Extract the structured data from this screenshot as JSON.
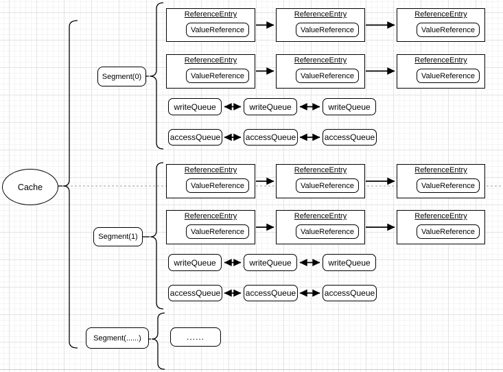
{
  "colors": {
    "shape_border": "#000000",
    "shape_fill": "#ffffff",
    "text": "#000000",
    "dashed_line": "#9b9b9b",
    "grid_minor": "#f4f4f4",
    "grid_major": "#e3e3e3",
    "page_boundary": "#c9c9c9"
  },
  "cache": {
    "label": "Cache"
  },
  "segments": [
    {
      "label": "Segment(0)",
      "reference_rows": [
        [
          {
            "title": "ReferenceEntry",
            "value": "ValueReference"
          },
          {
            "title": "ReferenceEntry",
            "value": "ValueReference"
          },
          {
            "title": "ReferenceEntry",
            "value": "ValueReference"
          }
        ],
        [
          {
            "title": "ReferenceEntry",
            "value": "ValueReference"
          },
          {
            "title": "ReferenceEntry",
            "value": "ValueReference"
          },
          {
            "title": "ReferenceEntry",
            "value": "ValueReference"
          }
        ]
      ],
      "write_queue": [
        "writeQueue",
        "writeQueue",
        "writeQueue"
      ],
      "access_queue": [
        "accessQueue",
        "accessQueue",
        "accessQueue"
      ]
    },
    {
      "label": "Segment(1)",
      "reference_rows": [
        [
          {
            "title": "ReferenceEntry",
            "value": "ValueReference"
          },
          {
            "title": "ReferenceEntry",
            "value": "ValueReference"
          },
          {
            "title": "ReferenceEntry",
            "value": "ValueReference"
          }
        ],
        [
          {
            "title": "ReferenceEntry",
            "value": "ValueReference"
          },
          {
            "title": "ReferenceEntry",
            "value": "ValueReference"
          },
          {
            "title": "ReferenceEntry",
            "value": "ValueReference"
          }
        ]
      ],
      "write_queue": [
        "writeQueue",
        "writeQueue",
        "writeQueue"
      ],
      "access_queue": [
        "accessQueue",
        "accessQueue",
        "accessQueue"
      ]
    },
    {
      "label": "Segment(......)",
      "content": "......"
    }
  ]
}
